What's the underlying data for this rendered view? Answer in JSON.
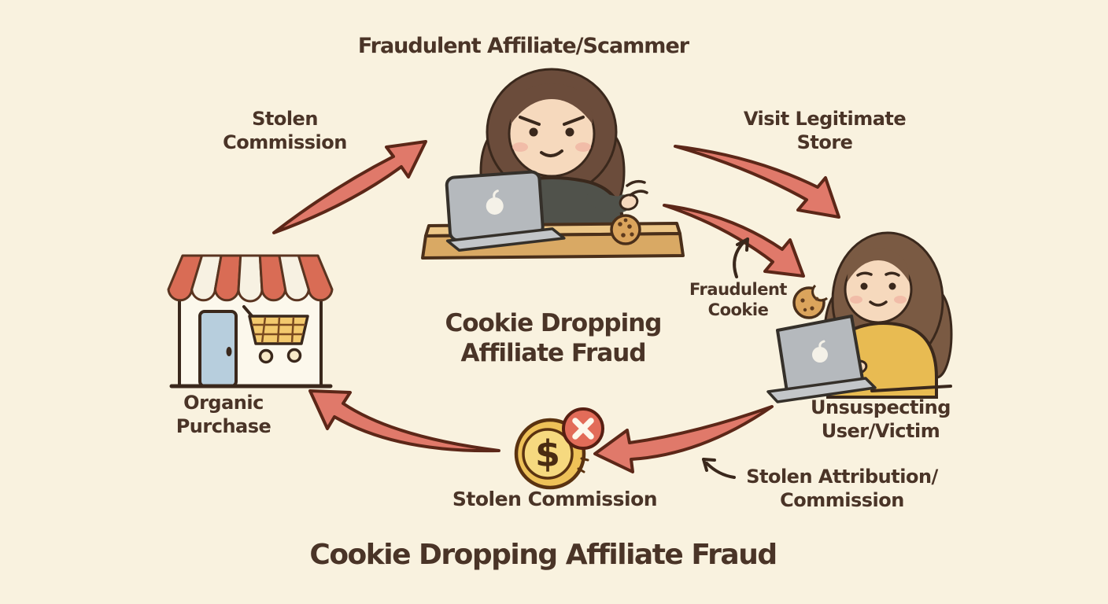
{
  "diagram": {
    "top_label": "Fraudulent Affiliate/Scammer",
    "labels": {
      "stolen_commission_top": "Stolen\nCommission",
      "visit_legitimate_store": "Visit Legitimate\nStore",
      "fraudulent_cookie": "Fraudulent\nCookie",
      "organic_purchase": "Organic\nPurchase",
      "unsuspecting_user": "Unsuspecting\nUser/Victim",
      "stolen_commission_bottom": "Stolen Commission",
      "stolen_attribution": "Stolen Attribution/\nCommission",
      "center_title": "Cookie Dropping\nAffiliate Fraud",
      "bottom_title": "Cookie Dropping Affiliate Fraud"
    },
    "coin": {
      "symbol": "$"
    },
    "icons": [
      "store-icon",
      "shopping-cart-icon",
      "cookie-icon",
      "bitten-cookie-icon",
      "laptop-icon",
      "coin-icon",
      "x-badge-icon",
      "arrow-icon"
    ]
  },
  "colors": {
    "background": "#f9f2df",
    "text": "#4a3427",
    "arrow_fill": "#e0796a",
    "arrow_outline": "#5c2718",
    "awning_red": "#d96c55",
    "door_blue": "#b7cedd",
    "sweater_dark": "#50524b",
    "sweater_yellow": "#e8bb52",
    "coin_gold": "#eec158",
    "badge_red": "#e26c59",
    "cookie_tan": "#dba45c",
    "laptop_gray": "#b5b9bd",
    "desk_tan": "#d9a964"
  }
}
